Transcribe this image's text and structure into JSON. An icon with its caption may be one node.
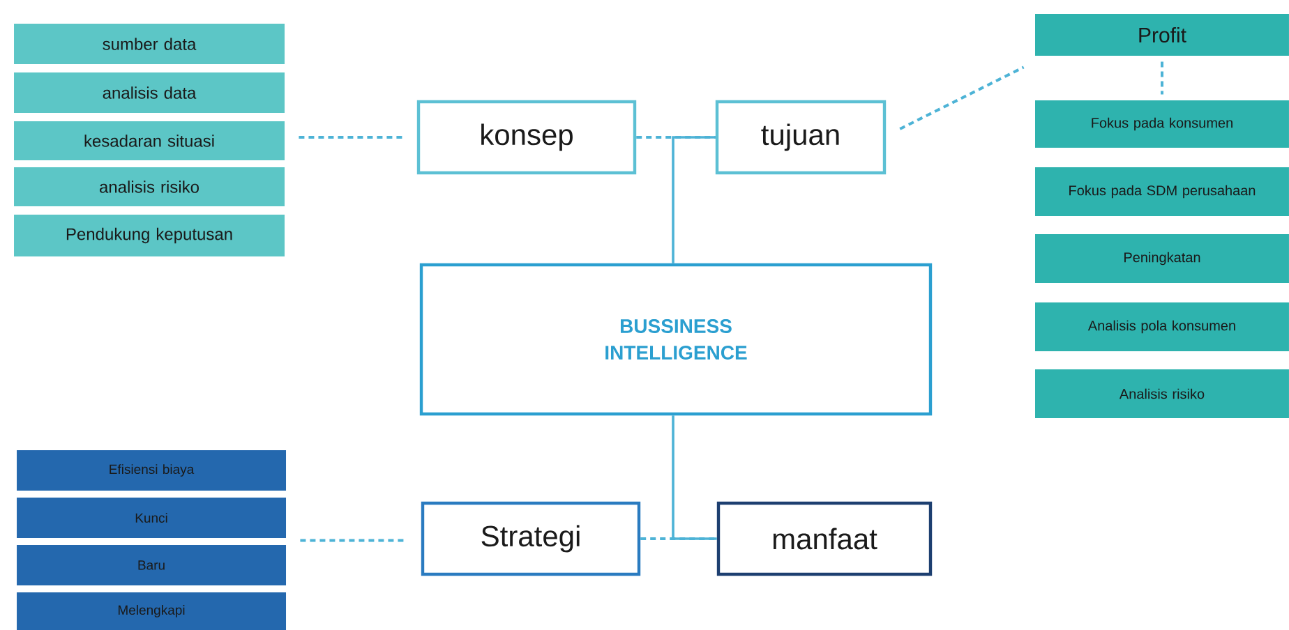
{
  "diagram": {
    "nodes": [
      {
        "text": [
          "sumber data"
        ]
      },
      {
        "text": [
          "analisis data"
        ]
      },
      {
        "text": [
          "kesadaran situasi"
        ]
      },
      {
        "text": [
          "analisis risiko"
        ]
      },
      {
        "text": [
          "Pendukung keputusan"
        ]
      },
      {
        "text": [
          "konsep"
        ]
      },
      {
        "text": [
          "tujuan"
        ]
      },
      {
        "text": [
          "Profit"
        ]
      },
      {
        "text": [
          "Fokus pada konsumen"
        ]
      },
      {
        "text": [
          "Fokus pada SDM perusahaan"
        ]
      },
      {
        "text": [
          "Peningkatan"
        ]
      },
      {
        "text": [
          "Analisis pola konsumen"
        ]
      },
      {
        "text": [
          "Analisis risiko"
        ]
      },
      {
        "text": [
          "BUSSINESS INTELLIGENCE"
        ]
      },
      {
        "text": [
          "Efisiensi biaya"
        ]
      },
      {
        "text": [
          "Kunci"
        ]
      },
      {
        "text": [
          "Baru"
        ]
      },
      {
        "text": [
          "Melengkapi"
        ]
      },
      {
        "text": [
          "Strategi"
        ]
      },
      {
        "text": [
          "manfaat"
        ]
      }
    ],
    "edges": [
      {
        "from": 2,
        "to": 5,
        "arrow": "none",
        "style": "dashed"
      },
      {
        "from": 5,
        "to": 6,
        "arrow": "none",
        "style": "dashed"
      },
      {
        "from": 13,
        "to": 6,
        "arrow": "none"
      },
      {
        "from": 6,
        "to": 7,
        "arrow": "none",
        "style": "dashed"
      },
      {
        "from": 7,
        "to": 8,
        "arrow": "none",
        "style": "dashed"
      },
      {
        "from": 16,
        "to": 18,
        "arrow": "none",
        "style": "dashed"
      },
      {
        "from": 18,
        "to": 19,
        "arrow": "none",
        "style": "dashed"
      },
      {
        "from": 13,
        "to": 19,
        "arrow": "none"
      }
    ]
  }
}
